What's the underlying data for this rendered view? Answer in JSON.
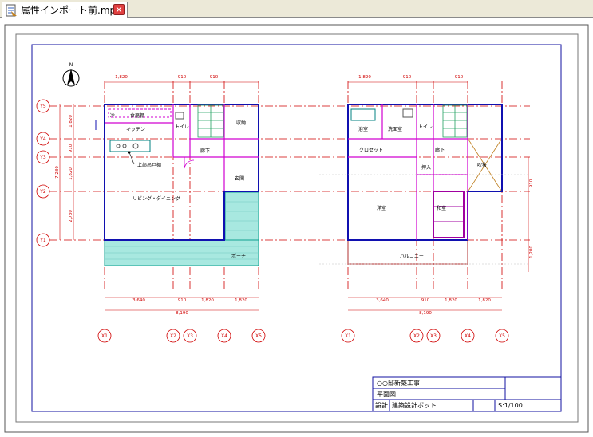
{
  "tab": {
    "label": "属性インポート前.mps",
    "close_icon": "close-icon",
    "file_icon": "document-icon"
  },
  "north": "N",
  "grid_y": [
    "Y5",
    "Y4",
    "Y3",
    "Y2",
    "Y1"
  ],
  "grid_x": [
    "X1",
    "X2",
    "X3",
    "X4",
    "X5"
  ],
  "plan1": {
    "top_dims": [
      "1,820",
      "910",
      "910"
    ],
    "left_dims": [
      "1,820",
      "910",
      "1,820",
      "2,730"
    ],
    "left_total": "7,280",
    "bottom_dims": [
      "3,640",
      "910",
      "1,820",
      "1,820"
    ],
    "bottom_total": "8,190",
    "rooms": {
      "storage_marks": "冷",
      "pantry": "食器棚",
      "kitchen": "キッチン",
      "toilet": "トイレ",
      "closet": "収納",
      "hall": "廊下",
      "entrance": "玄関",
      "living": "リビング・ダイニング",
      "porch": "ポーチ",
      "note": "上部吊戸棚"
    }
  },
  "plan2": {
    "top_dims": [
      "1,820",
      "910",
      "910"
    ],
    "right_dims": [
      "910",
      "1,200"
    ],
    "bottom_dims": [
      "3,640",
      "910",
      "1,820",
      "1,820"
    ],
    "bottom_total": "8,190",
    "rooms": {
      "bath": "浴室",
      "wash": "洗面室",
      "toilet": "トイレ",
      "closet": "クロセット",
      "hall": "廊下",
      "oshiire": "押入",
      "void": "吹抜",
      "western": "洋室",
      "japanese": "和室",
      "balcony": "バルコニー"
    }
  },
  "titleblock": {
    "project": "○○邸新築工事",
    "drawing": "平面図",
    "design_label": "設計",
    "designer": "建築設計ボット",
    "scale": "S:1/100"
  }
}
